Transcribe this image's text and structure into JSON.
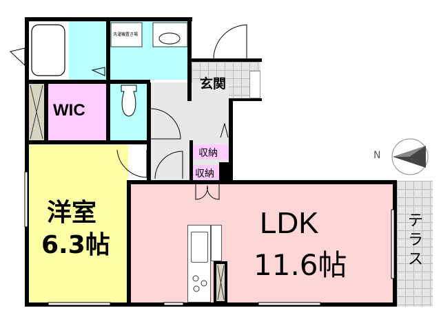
{
  "rooms": {
    "western": {
      "name": "洋室",
      "size": "6.3帖"
    },
    "ldk": {
      "name": "LDK",
      "size": "11.6帖"
    },
    "wic": "WIC",
    "genkan": "玄関",
    "storage1": "収納",
    "storage2": "収納",
    "terrace": "テラス",
    "laundry": "洗濯機置き場"
  },
  "compass": {
    "label": "N"
  },
  "colors": {
    "western": "#ffffa8",
    "ldk": "#ffd6d8",
    "wic": "#ffccff",
    "wet": "#b8ffff",
    "hall": "#e8e8e8",
    "closet": "#d8d4c4"
  }
}
